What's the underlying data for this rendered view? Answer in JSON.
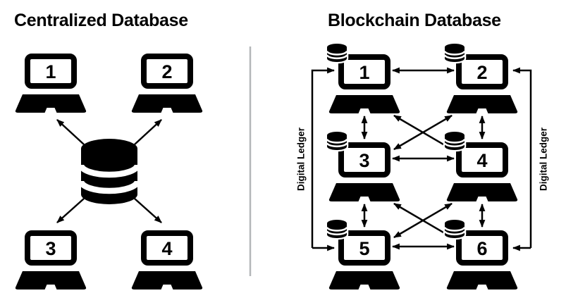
{
  "left_panel": {
    "title": "Centralized Database",
    "nodes": [
      {
        "label": "1"
      },
      {
        "label": "2"
      },
      {
        "label": "3"
      },
      {
        "label": "4"
      }
    ],
    "central_icon": "database-cylinder-icon",
    "connection_style": "single-headed arrows from central database to each node"
  },
  "right_panel": {
    "title": "Blockchain Database",
    "nodes": [
      {
        "label": "1"
      },
      {
        "label": "2"
      },
      {
        "label": "3"
      },
      {
        "label": "4"
      },
      {
        "label": "5"
      },
      {
        "label": "6"
      }
    ],
    "node_icon": "laptop-icon with database-cylinder-icon",
    "ledger_left_label": "Digital Ledger",
    "ledger_right_label": "Digital Ledger",
    "connection_style": "double-headed mesh arrows between all neighboring nodes plus side ledger rails"
  },
  "colors": {
    "ink": "#000000",
    "background": "#ffffff",
    "divider": "#b4b7b9"
  }
}
